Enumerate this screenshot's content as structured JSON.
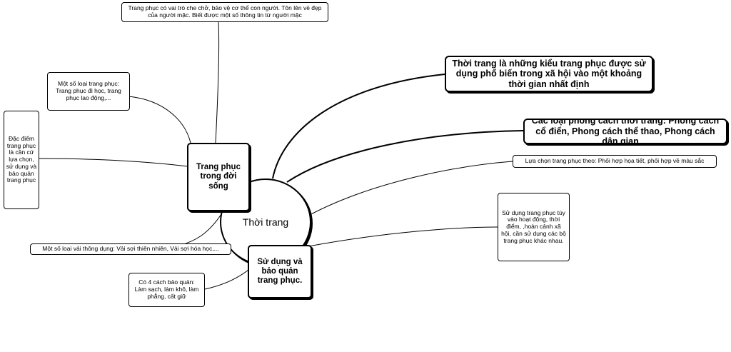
{
  "center": {
    "label": "Thời trang"
  },
  "subtopics": {
    "life": "Trang phục trong đời sống",
    "use": "Sử dụng và bảo quản trang phục."
  },
  "nodes": {
    "role": "Trang phục có vai trò che chở, bảo vệ cơ thể con người. Tôn lên vẻ đẹp của người mặc. Biết được một số thông tin từ người mặc",
    "types": "Một số loại trang phục: Trang phục đi học, trang phục lao động,...",
    "features": "Đặc điểm trang phục là cần cứ lựa chọn, sử dụng và bảo quản trang phục",
    "fabrics": "Một số loại vải thông dụng: Vải sợi thiên nhiên, Vải sợi hóa học,...",
    "preserve": "Có 4 cách bảo quản: Làm sạch, làm khô, làm phẳng, cất giữ",
    "definition": "Thời trang là những kiểu trang phục được sử dụng phổ biến trong xã hội vào một khoảng thời gian nhất định",
    "styles": "Các loại phong cách thời trang: Phong cách cổ điển, Phong cách thể thao, Phong cách dân gian,...",
    "choose": "Lựa chọn trang phục theo: Phối hợp họa tiết, phối hợp về màu sắc",
    "usage": "Sử dụng trang phục tùy vào hoạt động, thời điểm, ,hoàn cảnh xã hội, cần sử dụng các bộ trang phục khác nhau."
  }
}
